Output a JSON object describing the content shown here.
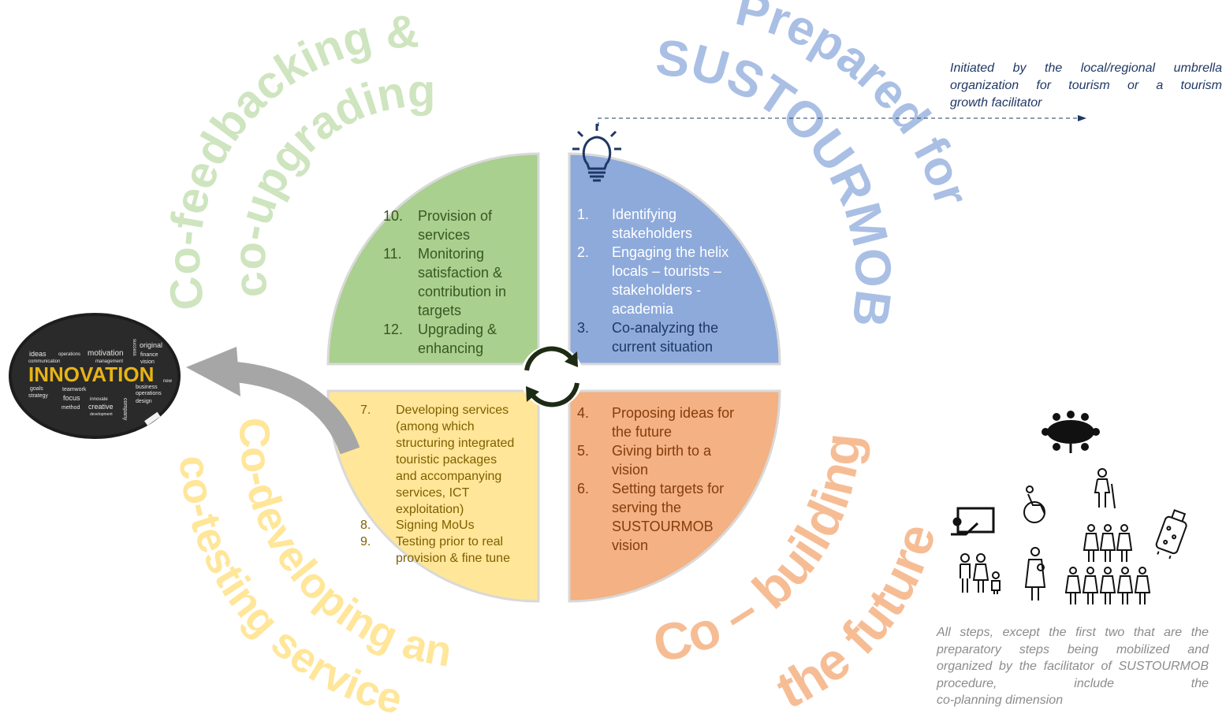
{
  "arcs": {
    "prepared_line1": "Prepared for",
    "prepared_line2": "SUSTOURMOB",
    "cobuilding_line1": "Co – building",
    "cobuilding_line2": "the future",
    "codeveloping_line1": "Co-developing and",
    "codeveloping_line2": "co-testing services",
    "cofeedback_line1": "Co-feedbacking &",
    "cofeedback_line2": "co-upgrading"
  },
  "quadrants": {
    "top_left": {
      "color": "#a9d08e",
      "items": [
        {
          "num": "10.",
          "lines": [
            "Provision of",
            "services"
          ]
        },
        {
          "num": "11.",
          "lines": [
            "Monitoring",
            "satisfaction &",
            "contribution in",
            "targets"
          ]
        },
        {
          "num": "12.",
          "lines": [
            "Upgrading &",
            "enhancing"
          ]
        }
      ]
    },
    "top_right": {
      "color": "#8eaadb",
      "items": [
        {
          "num": "1.",
          "lines": [
            "Identifying",
            "stakeholders"
          ]
        },
        {
          "num": "2.",
          "lines": [
            "Engaging the helix",
            "locals – tourists –",
            "stakeholders -",
            "academia"
          ]
        },
        {
          "num": "3.",
          "lines": [
            "Co-analyzing the",
            "current situation"
          ]
        }
      ]
    },
    "bottom_left": {
      "color": "#ffe699",
      "items": [
        {
          "num": "7.",
          "lines": [
            "Developing services",
            "(among which",
            "structuring integrated",
            "touristic packages",
            "and accompanying",
            "services, ICT",
            "exploitation)"
          ]
        },
        {
          "num": "8.",
          "lines": [
            "Signing MoUs"
          ]
        },
        {
          "num": "9.",
          "lines": [
            "Testing prior to real",
            "provision & fine tune"
          ]
        }
      ]
    },
    "bottom_right": {
      "color": "#f4b183",
      "items": [
        {
          "num": "4.",
          "lines": [
            "Proposing ideas for",
            "the future"
          ]
        },
        {
          "num": "5.",
          "lines": [
            "Giving birth to a",
            "vision"
          ]
        },
        {
          "num": "6.",
          "lines": [
            "Setting targets for",
            "serving the",
            "SUSTOURMOB",
            "vision"
          ]
        }
      ]
    }
  },
  "innovation_board": {
    "headline": "INNOVATION",
    "words": [
      "ideas",
      "operations",
      "motivation",
      "original",
      "communication",
      "management",
      "finance",
      "vision",
      "goals",
      "teamwork",
      "strategy",
      "business",
      "operations",
      "focus",
      "innovate",
      "design",
      "method",
      "creative",
      "company",
      "development",
      "success",
      "new"
    ]
  },
  "notes": {
    "top_line1": "Initiated by the local/regional umbrella",
    "top_line2": "organization for tourism or a tourism",
    "top_line3": "growth facilitator",
    "bottom_line1": "All steps, except the first two that are the",
    "bottom_line2": "preparatory steps being mobilized and",
    "bottom_line3": "organized by the facilitator of",
    "bottom_line4": "SUSTOURMOB procedure, include the",
    "bottom_line5": "co-planning dimension"
  },
  "icons": [
    "lightbulb-icon",
    "cycle-arrows-icon",
    "meeting-table-icon",
    "presenter-icon",
    "wheelchair-icon",
    "elderly-person-icon",
    "luggage-icon",
    "family-icon",
    "parent-with-baby-icon",
    "crowd-icon"
  ],
  "colors": {
    "prepared": "#8eaadb",
    "cobuilding": "#f4b183",
    "codeveloping": "#ffe699",
    "cofeedback": "#c5e0b4",
    "dark_text": "#1f3864",
    "olive_text": "#7f6000"
  }
}
